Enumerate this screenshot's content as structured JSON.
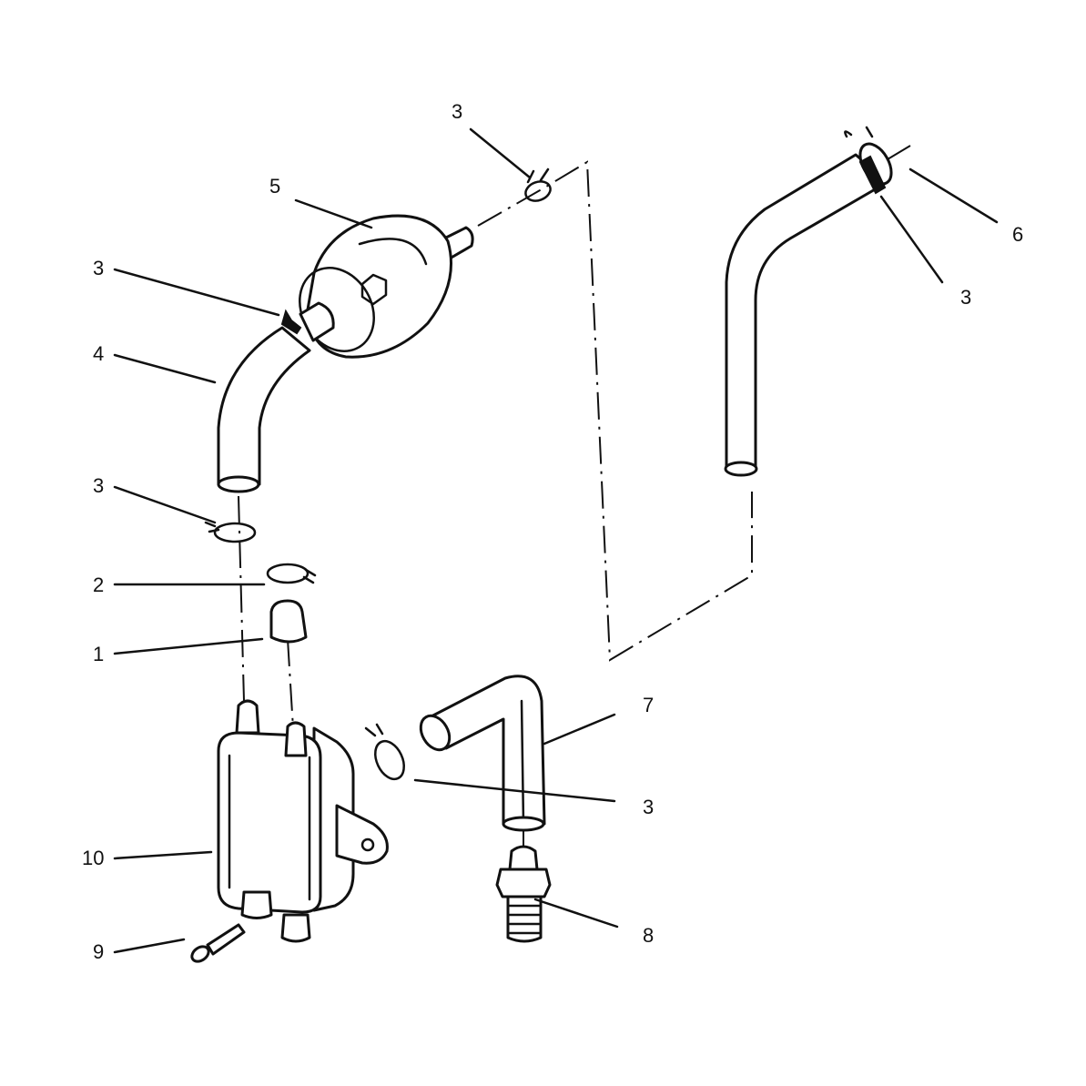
{
  "callouts": [
    {
      "id": "c3-top",
      "text": "3"
    },
    {
      "id": "c5",
      "text": "5"
    },
    {
      "id": "c3-filter",
      "text": "3"
    },
    {
      "id": "c4",
      "text": "4"
    },
    {
      "id": "c3-hose",
      "text": "3"
    },
    {
      "id": "c2",
      "text": "2"
    },
    {
      "id": "c1",
      "text": "1"
    },
    {
      "id": "c10",
      "text": "10"
    },
    {
      "id": "c9",
      "text": "9"
    },
    {
      "id": "c6",
      "text": "6"
    },
    {
      "id": "c3-right",
      "text": "3"
    },
    {
      "id": "c7",
      "text": "7"
    },
    {
      "id": "c3-lower",
      "text": "3"
    },
    {
      "id": "c8",
      "text": "8"
    }
  ]
}
